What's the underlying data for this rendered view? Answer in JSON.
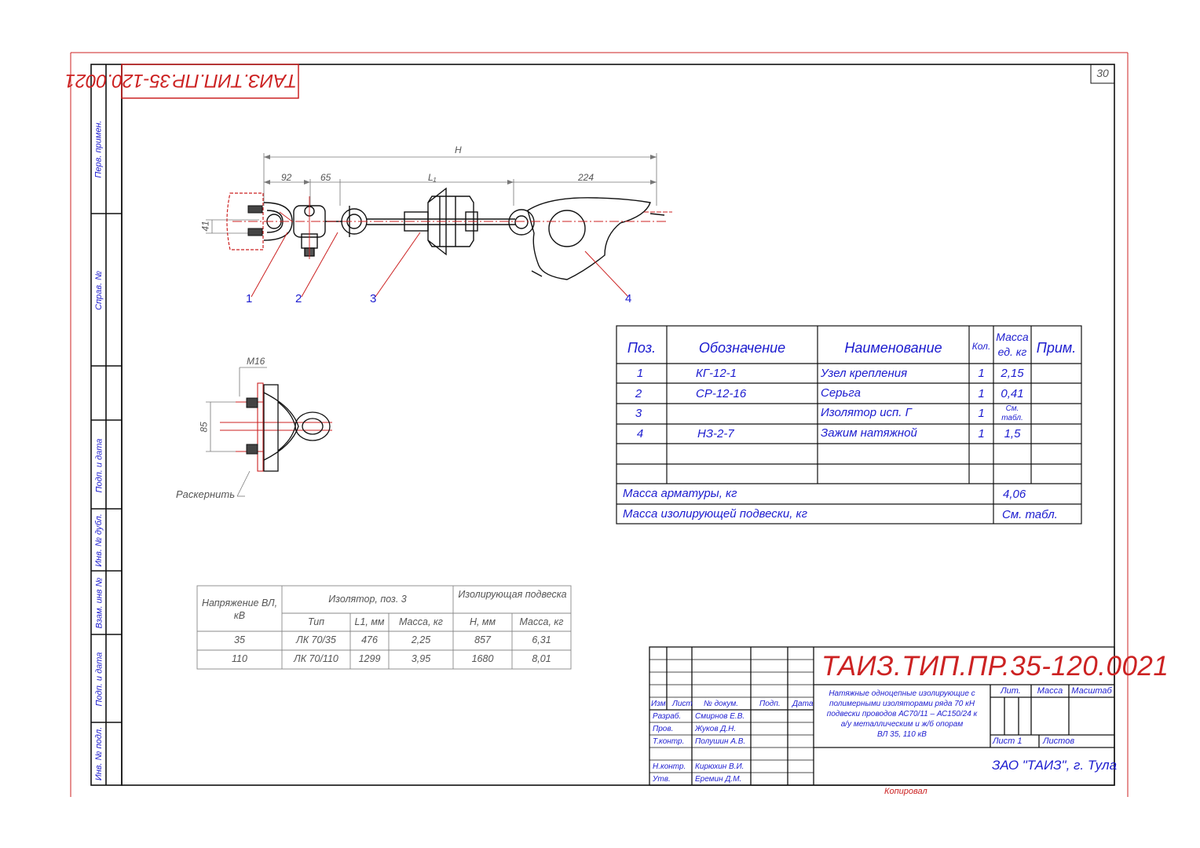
{
  "sheet_number": "30",
  "designation": "ТАИЗ.ТИП.ПР.35-120.0021",
  "side_labels": [
    "Перв. примен.",
    "Справ. №",
    "Подп. и дата",
    "Инв. № дубл.",
    "Взам. инв №",
    "Подп. и дата",
    "Инв. № подл."
  ],
  "dims": {
    "H": "Н",
    "d92": "92",
    "d65": "65",
    "L1": "L₁",
    "d224": "224",
    "d41": "41",
    "M16": "M16",
    "d85": "85"
  },
  "callouts": [
    "1",
    "2",
    "3",
    "4"
  ],
  "note_raskernit": "Раскернить",
  "spec": {
    "headers": {
      "pos": "Поз.",
      "designation": "Обозначение",
      "name": "Наименование",
      "qty": "Кол.",
      "mass_l1": "Масса",
      "mass_l2": "ед. кг",
      "note": "Прим."
    },
    "rows": [
      {
        "pos": "1",
        "designation": "КГ-12-1",
        "name": "Узел крепления",
        "qty": "1",
        "mass": "2,15"
      },
      {
        "pos": "2",
        "designation": "СР-12-16",
        "name": "Серьга",
        "qty": "1",
        "mass": "0,41"
      },
      {
        "pos": "3",
        "designation": "",
        "name": "Изолятор исп. Г",
        "qty": "1",
        "mass_l1": "См.",
        "mass_l2": "табл."
      },
      {
        "pos": "4",
        "designation": "НЗ-2-7",
        "name": "Зажим натяжной",
        "qty": "1",
        "mass": "1,5"
      }
    ],
    "total_fittings_label": "Масса арматуры, кг",
    "total_fittings_value": "4,06",
    "total_assembly_label": "Масса изолирующей подвески, кг",
    "total_assembly_value": "См. табл."
  },
  "voltage_table": {
    "h_voltage": "Напряжение ВЛ, кВ",
    "h_insulator": "Изолятор, поз. 3",
    "h_assembly": "Изолирующая подвеска",
    "sub": {
      "type": "Тип",
      "l1": "L1, мм",
      "mass1": "Масса, кг",
      "h": "Н, мм",
      "mass2": "Масса, кг"
    },
    "rows": [
      {
        "voltage": "35",
        "type": "ЛК 70/35",
        "l1": "476",
        "mass1": "2,25",
        "h": "857",
        "mass2": "6,31"
      },
      {
        "voltage": "110",
        "type": "ЛК 70/110",
        "l1": "1299",
        "mass1": "3,95",
        "h": "1680",
        "mass2": "8,01"
      }
    ]
  },
  "title_block": {
    "designation": "ТАИЗ.ТИП.ПР.35-120.0021",
    "title_lines": [
      "Натяжные одноцепные изолирующие с",
      "полимерными изоляторами ряда 70 кН",
      "подвески проводов АС70/11 – АС150/24 к",
      "а/у металлическим и ж/б опорам",
      "ВЛ 35, 110 кВ"
    ],
    "col_headers": {
      "izm": "Изм",
      "list": "Лист",
      "ndoc": "№ докум.",
      "podp": "Подп.",
      "data": "Дата"
    },
    "roles": [
      {
        "role": "Разраб.",
        "name": "Смирнов Е.В."
      },
      {
        "role": "Пров.",
        "name": "Жуков Д.Н."
      },
      {
        "role": "Т.контр.",
        "name": "Полушин А.В."
      },
      {
        "role": "Н.контр.",
        "name": "Кирюхин В.И."
      },
      {
        "role": "Утв.",
        "name": "Еремин Д.М."
      }
    ],
    "lit": "Лит.",
    "massa": "Масса",
    "masshtab": "Масштаб",
    "sheet": "Лист 1",
    "sheets": "Листов",
    "company": "ЗАО \"ТАИЗ\", г. Тула"
  },
  "copied": "Копировал"
}
